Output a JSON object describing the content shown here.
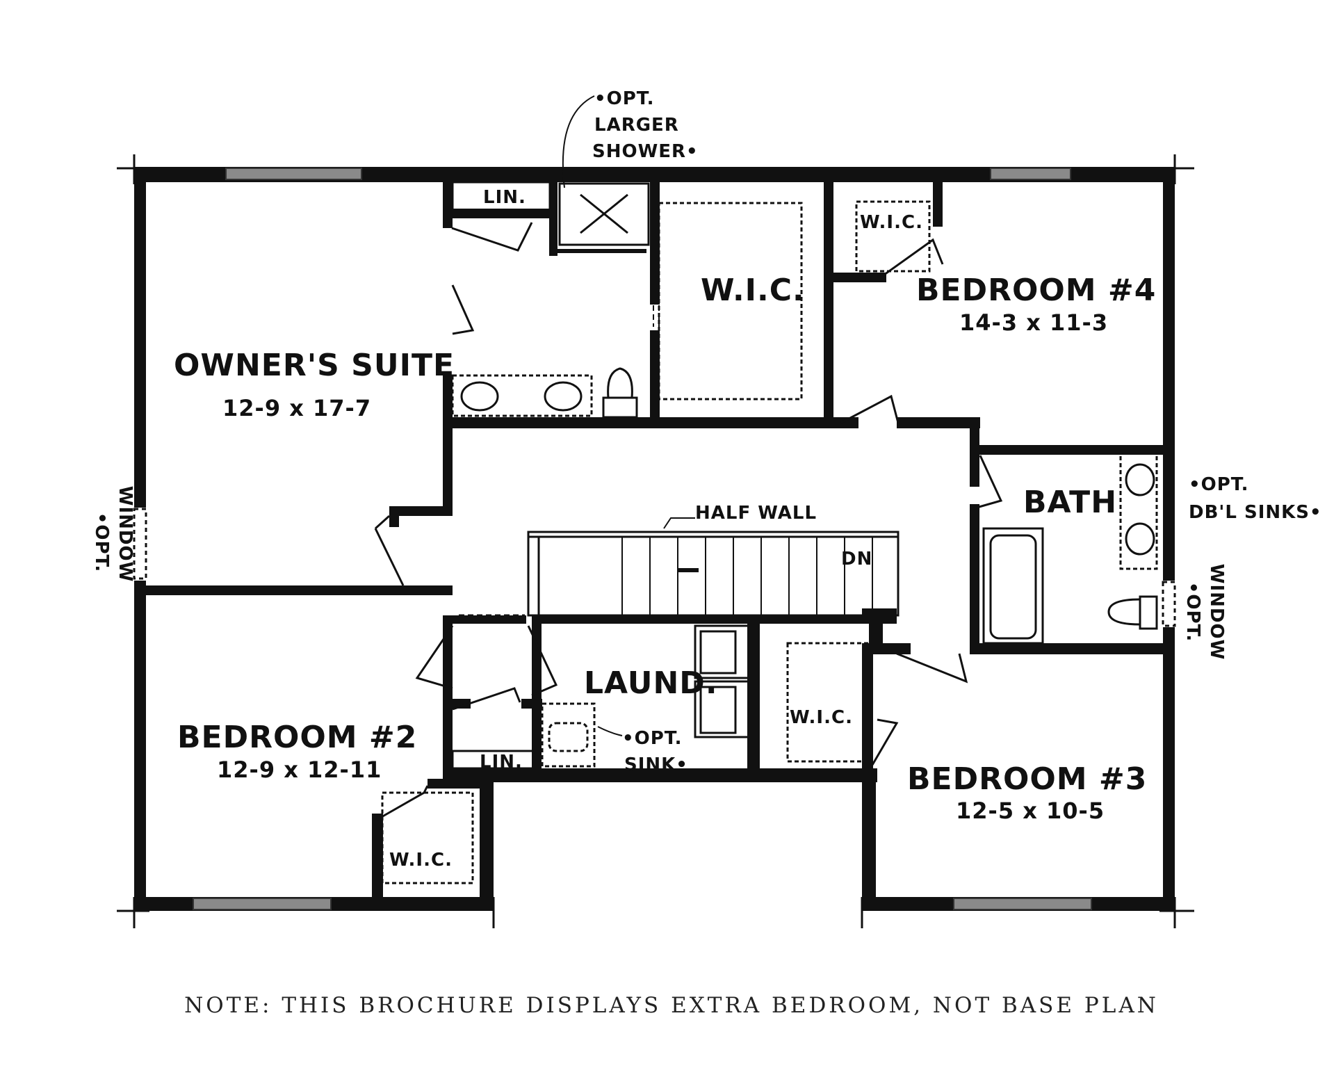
{
  "rooms": {
    "owners_suite": {
      "name": "OWNER'S SUITE",
      "dims": "12-9 x 17-7"
    },
    "bedroom4": {
      "name": "BEDROOM #4",
      "dims": "14-3 x 11-3"
    },
    "bedroom2": {
      "name": "BEDROOM #2",
      "dims": "12-9 x 12-11"
    },
    "bedroom3": {
      "name": "BEDROOM #3",
      "dims": "12-5 x 10-5"
    },
    "bath": "BATH",
    "laund": "LAUND.",
    "wic_owner": "W.I.C.",
    "wic_bed4": "W.I.C.",
    "wic_bed2": "W.I.C.",
    "wic_bed3": "W.I.C.",
    "lin_top": "LIN.",
    "lin_bottom": "LIN.",
    "dn": "DN"
  },
  "annotations": {
    "larger_shower": [
      "•OPT.",
      "LARGER",
      "SHOWER•"
    ],
    "half_wall": "HALF WALL",
    "dbl_sinks": [
      "•OPT.",
      "DB'L SINKS•"
    ],
    "opt_sink": [
      "•OPT.",
      "SINK•"
    ],
    "left_window": [
      "•OPT.",
      "WINDOW"
    ],
    "right_window": [
      "•OPT.",
      "WINDOW"
    ]
  },
  "note": "NOTE: THIS BROCHURE DISPLAYS EXTRA BEDROOM, NOT BASE PLAN",
  "colors": {
    "wall": "#111111",
    "window": "#8a8a8a",
    "background": "#ffffff"
  }
}
